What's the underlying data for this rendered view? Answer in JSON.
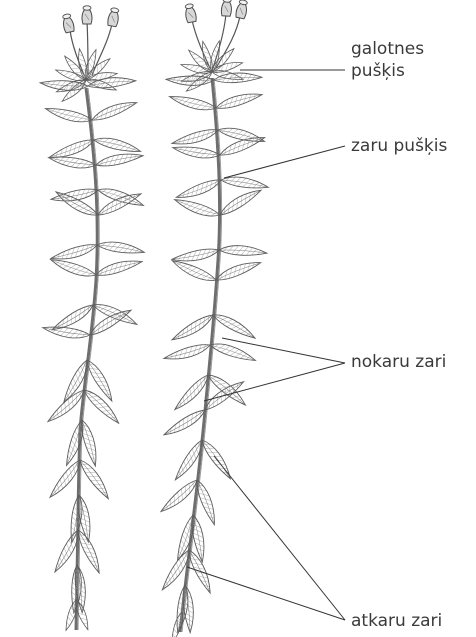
{
  "labels": {
    "galotnes_line1": "galotnes",
    "galotnes_line2": "pušķis",
    "zaru_puskis": "zaru pušķis",
    "nokaru_zari": "nokaru zari",
    "atkaru_zari": "atkaru zari"
  },
  "colors": {
    "pencil": "#6e6e6e",
    "pencil_dark": "#4a4a4a",
    "leader_line": "#333333",
    "label_text": "#3a3a3a",
    "background": "#ffffff"
  }
}
